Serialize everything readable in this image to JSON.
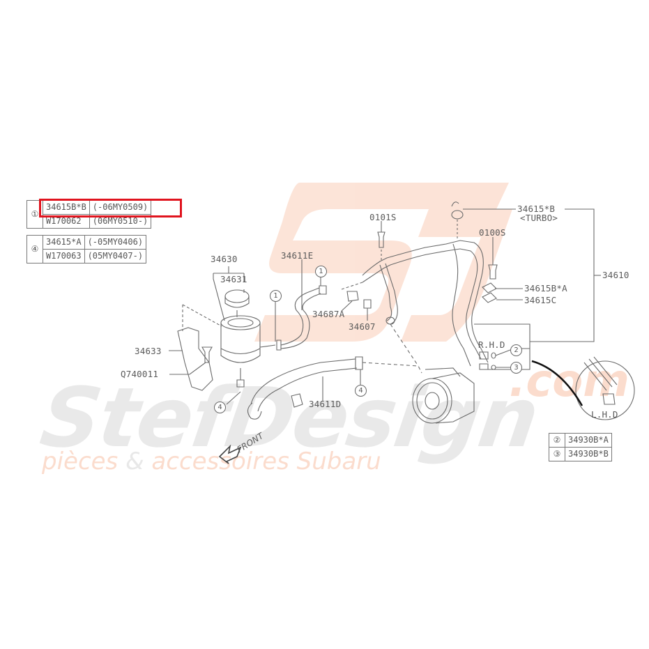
{
  "watermark": {
    "brand": "StefDesign",
    "domain_suffix": ".com",
    "tagline_part1": "pièces",
    "tagline_amp": "&",
    "tagline_part2": "accessoires Subaru",
    "logo": "SD",
    "colors": {
      "logo": "#fbdccd",
      "brand_text": "#e9e9e9",
      "tagline": "#fbdccd"
    }
  },
  "highlight": {
    "color": "#e0141e",
    "target": "legend_top.rows.0"
  },
  "legend_top": {
    "groups": [
      {
        "ref": "①",
        "rows": [
          {
            "part": "34615B*B",
            "range": "(-06MY0509)"
          },
          {
            "part": "W170062",
            "range": "(06MY0510-)"
          }
        ]
      },
      {
        "ref": "④",
        "rows": [
          {
            "part": "34615*A",
            "range": "(-05MY0406)"
          },
          {
            "part": "W170063",
            "range": "(05MY0407-)"
          }
        ]
      }
    ]
  },
  "legend_bottom": {
    "rows": [
      {
        "ref": "②",
        "part": "34930B*A"
      },
      {
        "ref": "③",
        "part": "34930B*B"
      }
    ]
  },
  "labels": {
    "p34630": "34630",
    "p34631": "34631",
    "p34611E": "34611E",
    "p0101S": "0101S",
    "p0100S": "0100S",
    "p34615B_turbo": "34615*B",
    "turbo": "<TURBO>",
    "p34610": "34610",
    "p34615BA": "34615B*A",
    "p34615C": "34615C",
    "p34687A": "34687A",
    "p34607": "34607",
    "p34633": "34633",
    "pQ740011": "Q740011",
    "p34611D": "34611D",
    "rhd": "R.H.D",
    "lhd": "L.H.D",
    "front": "FRONT"
  },
  "callouts": {
    "c1": "1",
    "c2": "2",
    "c3": "3",
    "c4": "4"
  }
}
